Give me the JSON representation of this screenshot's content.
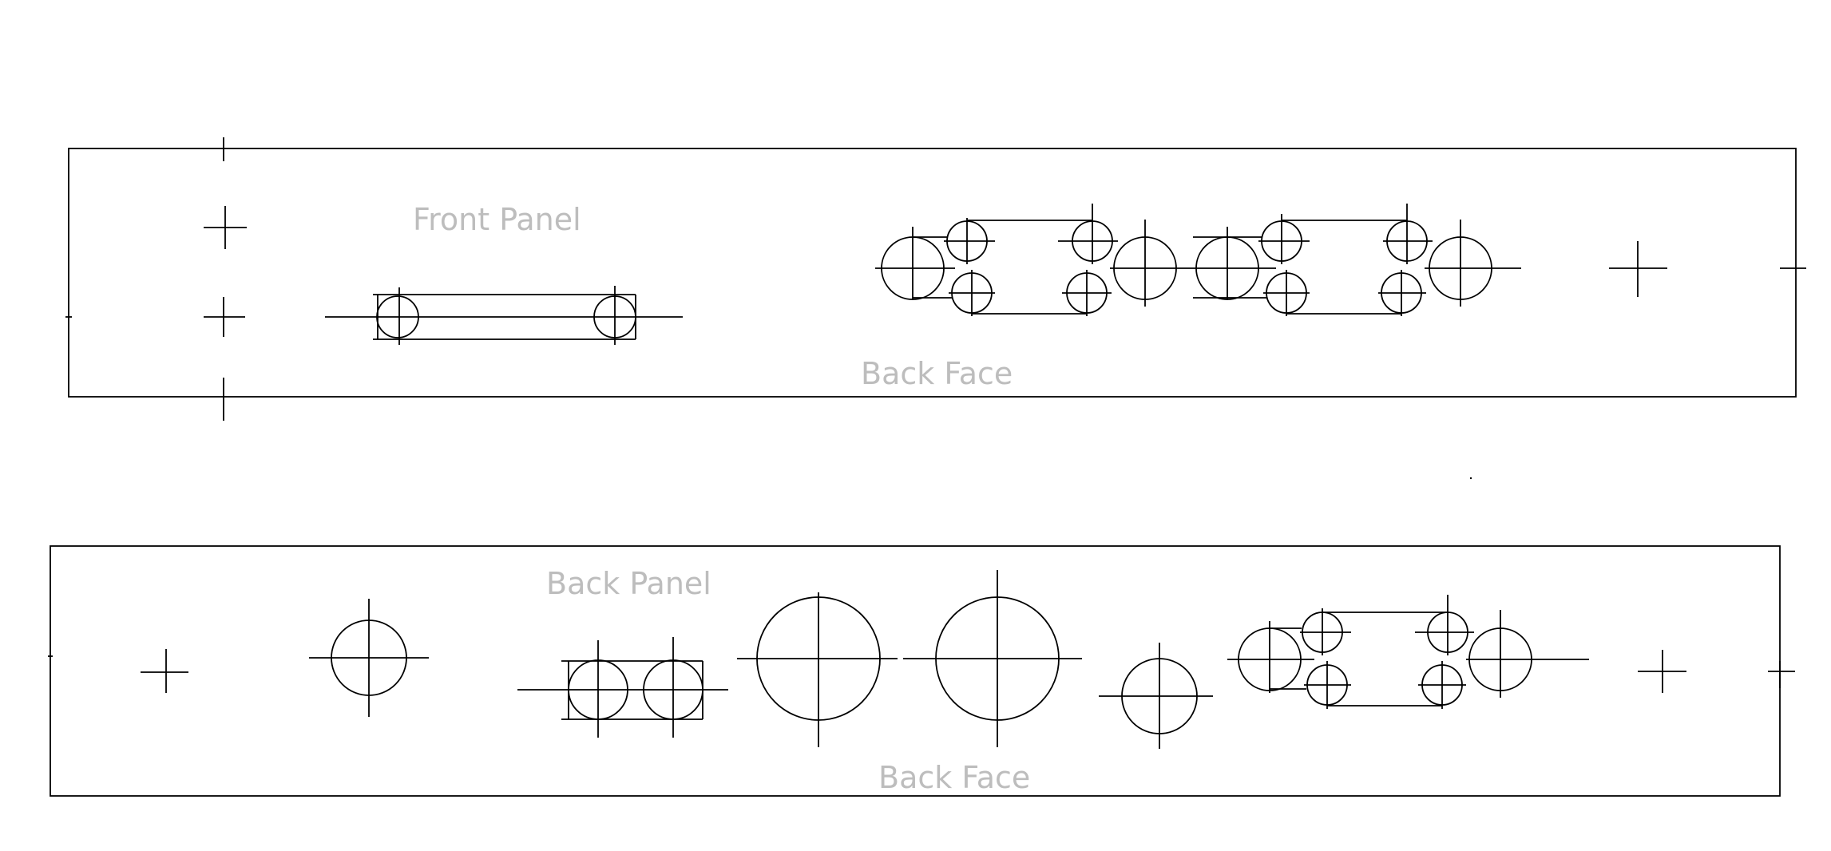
{
  "panels": [
    {
      "id": "front",
      "title": "Front Panel",
      "face": "Back Face"
    },
    {
      "id": "back",
      "title": "Back Panel",
      "face": "Back Face"
    }
  ],
  "colors": {
    "outline": "#000000",
    "label": "#bdbdbd",
    "background": "#ffffff"
  }
}
